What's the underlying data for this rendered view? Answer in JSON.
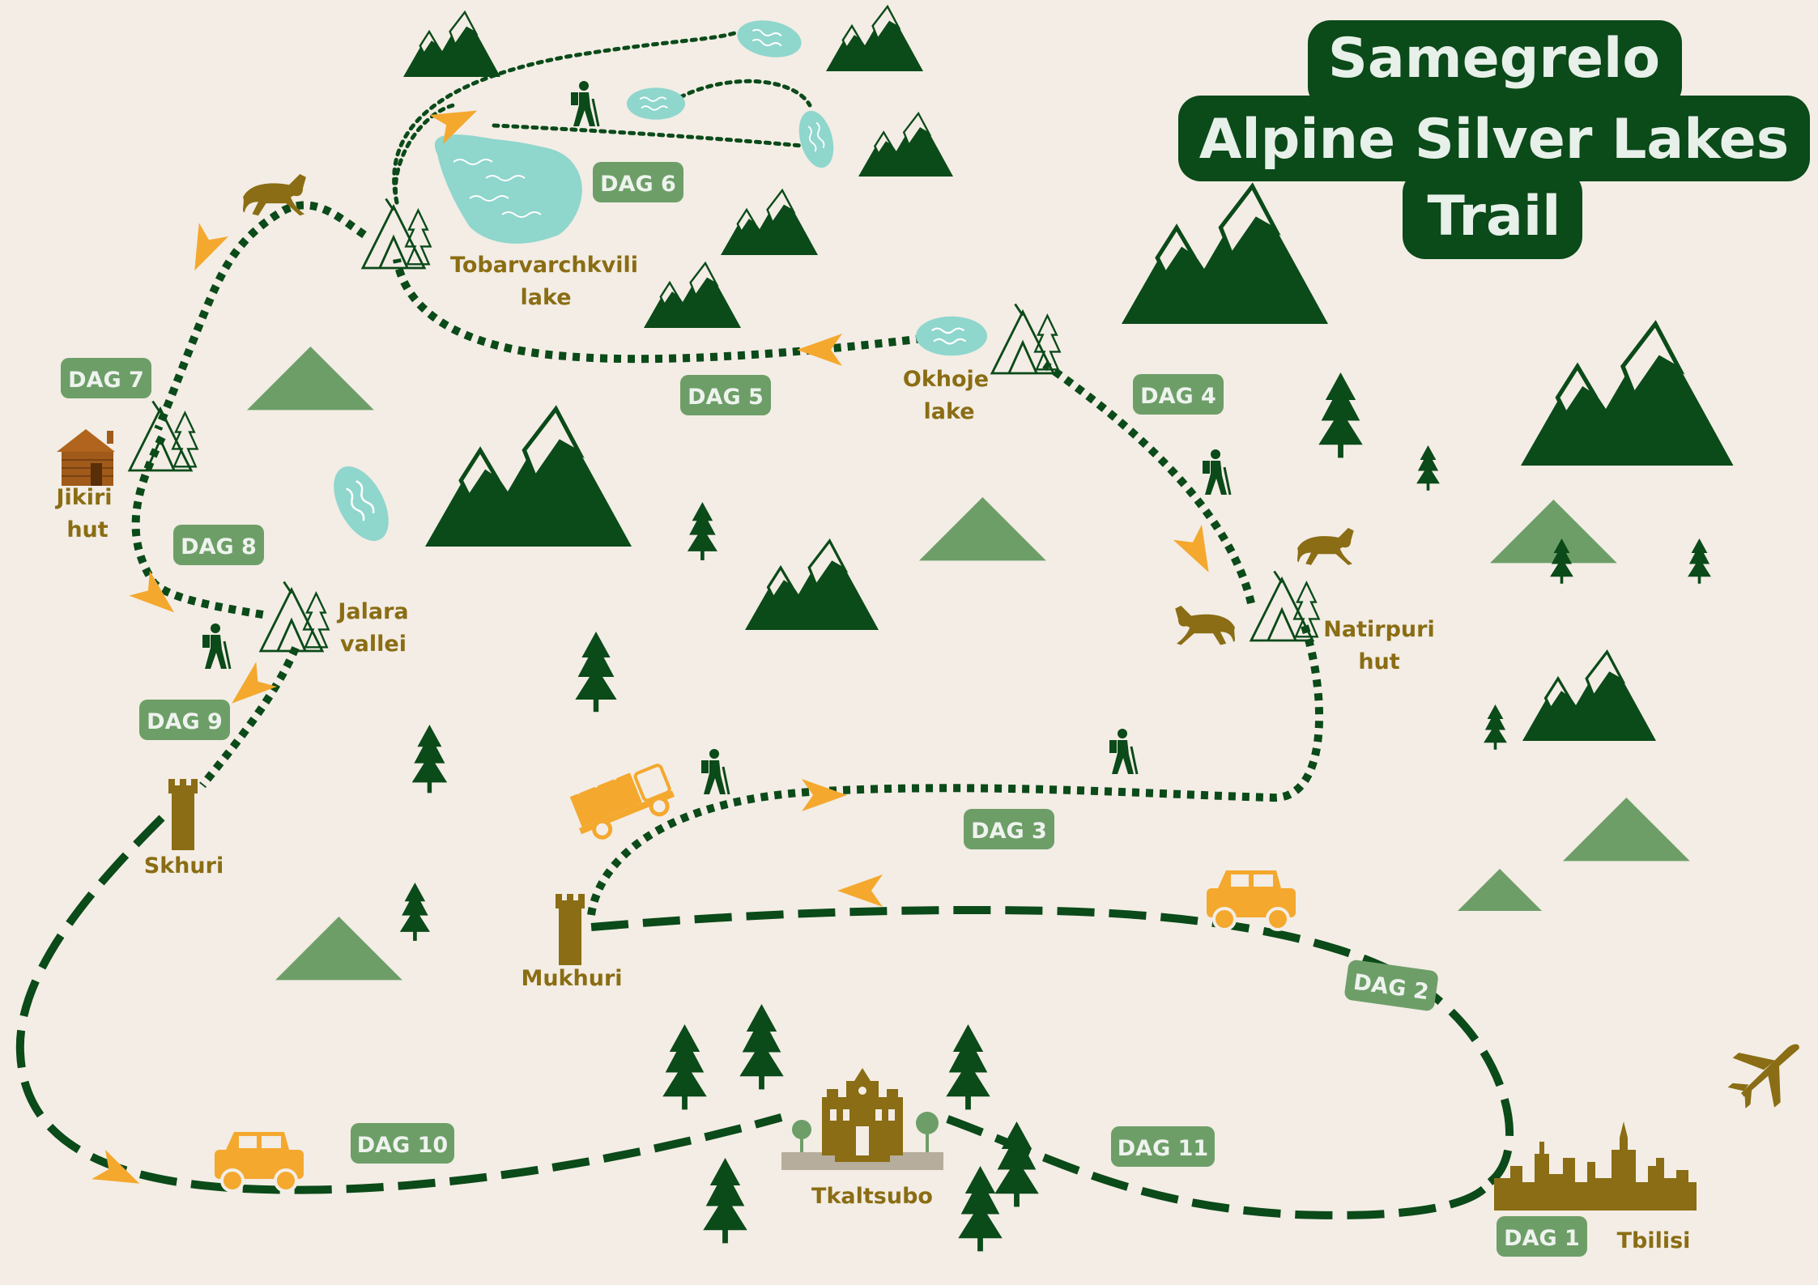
{
  "title": {
    "line1": "Samegrelo",
    "line2": "Alpine Silver Lakes",
    "line3": "Trail"
  },
  "days": {
    "d1": "DAG 1",
    "d2": "DAG 2",
    "d3": "DAG 3",
    "d4": "DAG 4",
    "d5": "DAG 5",
    "d6": "DAG 6",
    "d7": "DAG 7",
    "d8": "DAG 8",
    "d9": "DAG 9",
    "d10": "DAG 10",
    "d11": "DAG 11"
  },
  "places": {
    "tbilisi": "Tbilisi",
    "tkaltsubo": "Tkaltsubo",
    "mukhuri": "Mukhuri",
    "skhuri": "Skhuri",
    "natirpuri": [
      "Natirpuri",
      "hut"
    ],
    "okhoje": [
      "Okhoje",
      "lake"
    ],
    "tobarvarchkvili": [
      "Tobarvarchkvili",
      "lake"
    ],
    "jikiri": [
      "Jikiri",
      "hut"
    ],
    "jalara": [
      "Jalara",
      "vallei"
    ]
  },
  "colors": {
    "background": "#f3ede5",
    "dark_green": "#0b4a19",
    "light_green": "#6e9e68",
    "label_green": "#6e9e68",
    "gold": "#8a6d14",
    "orange": "#f4a82e",
    "lake": "#8fd6cd"
  },
  "icons": [
    "mountain-icon",
    "hill-icon",
    "pine-tree-icon",
    "tent-icon",
    "lake-icon",
    "hiker-icon",
    "horse-icon",
    "jeep-icon",
    "truck-icon",
    "tower-icon",
    "cabin-icon",
    "cathedral-icon",
    "skyline-icon",
    "airplane-icon",
    "direction-arrow-icon"
  ]
}
